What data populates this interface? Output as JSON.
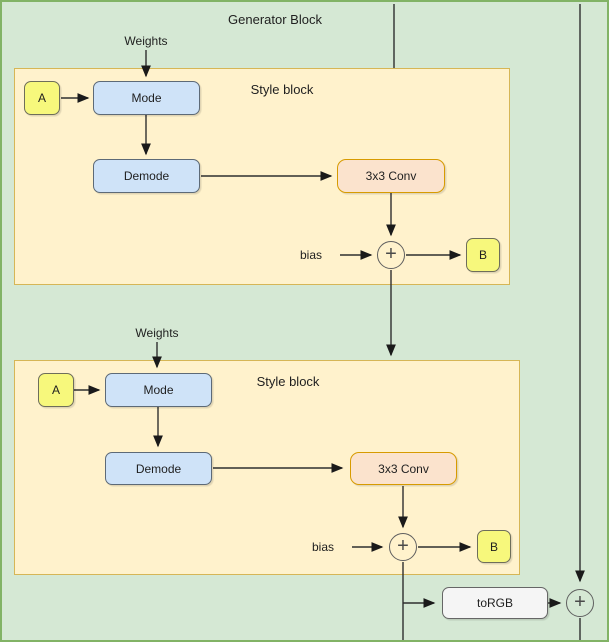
{
  "title": "Generator Block",
  "symbols": {
    "plus": "+"
  },
  "blocks": [
    {
      "name": "Style block",
      "weights": "Weights",
      "a": "A",
      "mode": "Mode",
      "demode": "Demode",
      "conv": "3x3 Conv",
      "bias": "bias",
      "b": "B"
    },
    {
      "name": "Style block",
      "weights": "Weights",
      "a": "A",
      "mode": "Mode",
      "demode": "Demode",
      "conv": "3x3 Conv",
      "bias": "bias",
      "b": "B"
    }
  ],
  "output": {
    "torgb": "toRGB"
  },
  "colors": {
    "background": "#d5e8d4",
    "canvas_border": "#82b366",
    "panel_fill": "#fff2cc",
    "panel_border": "#d6b656",
    "node_blue_fill": "#cfe3f8",
    "conv_fill": "#fbe3cd",
    "conv_border": "#d79b00",
    "yellow_fill": "#f7f87c",
    "torgb_fill": "#f5f5f5",
    "line": "#2f2f2f"
  }
}
